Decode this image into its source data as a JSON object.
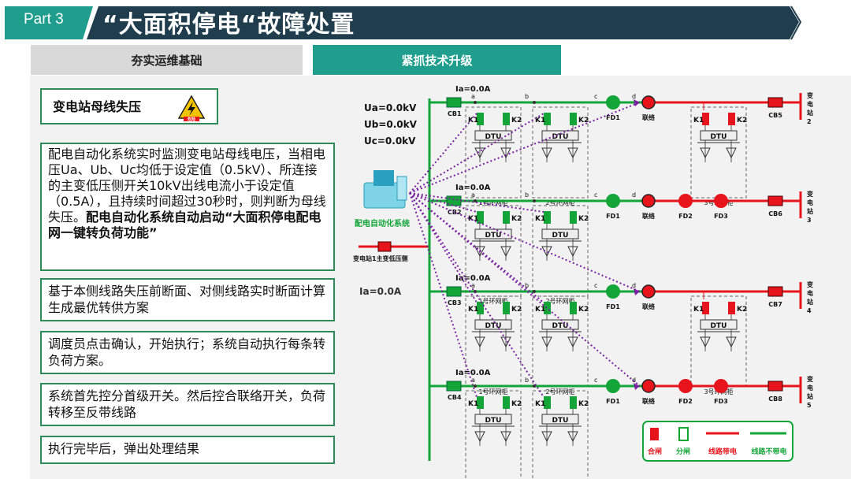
{
  "header": {
    "part": "Part 3",
    "title": "“大面积停电“故障处置"
  },
  "tabs": [
    {
      "label": "夯实运维基础"
    },
    {
      "label": "紧抓技术升级"
    }
  ],
  "heading": {
    "text": "变电站母线失压",
    "warn_text": "危险"
  },
  "boxes": {
    "b1_plain": "配电自动化系统实时监测变电站母线电压，当相电压Ua、Ub、Uc均低于设定值（0.5kV）、所连接的主变低压侧开关10kV出线电流小于设定值（0.5A），且持续时间超过30秒时，则判断为母线失压。",
    "b1_bold": "配电自动化系统自动启动“大面积停电配电网一键转负荷功能”",
    "b2": "基于本侧线路失压前断面、对侧线路实时断面计算生成最优转供方案",
    "b3": "调度员点击确认，开始执行；系统自动执行每条转负荷方案。",
    "b4": "系统首先控分首级开关。然后控合联络开关，负荷转移至反带线路",
    "b5": "执行完毕后，弹出处理结果"
  },
  "diagram": {
    "voltages": {
      "ua": "Ua=0.0kV",
      "ub": "Ub=0.0kV",
      "uc": "Uc=0.0kV"
    },
    "auto_system": "配电自动化系统",
    "substation_side": "变电站1主变低压侧",
    "ia_side": "Ia=0.0A",
    "lines": [
      {
        "ia": "Ia=0.0A",
        "cb": "CB1",
        "fd": [
          "FD1"
        ],
        "tie": "联络",
        "cb_end": "CB5",
        "station": "变电站2",
        "cabinets": [
          "1号环网柜",
          "2号环网柜",
          "3号环网柜"
        ]
      },
      {
        "ia": "Ia=0.0A",
        "cb": "CB2",
        "fd": [
          "FD1",
          "FD2",
          "FD3"
        ],
        "tie": "联络",
        "cb_end": "CB6",
        "station": "变电站3",
        "cabinets": [
          "1号环网柜",
          "2号环网柜"
        ]
      },
      {
        "ia": "Ia=0.0A",
        "cb": "CB3",
        "fd": [
          "FD1"
        ],
        "tie": "联络",
        "cb_end": "CB7",
        "station": "变电站4",
        "cabinets": [
          "1号环网柜",
          "2号环网柜",
          "3号环网柜"
        ]
      },
      {
        "ia": "Ia=0.0A",
        "cb": "CB4",
        "fd": [
          "FD1",
          "FD2",
          "FD3"
        ],
        "tie": "联络",
        "cb_end": "CB8",
        "station": "变电站5",
        "cabinets": [
          "1号环网柜",
          "2号环网柜"
        ]
      }
    ],
    "points": [
      "a",
      "b",
      "c",
      "d"
    ],
    "k1": "K1",
    "k2": "K2",
    "dtu": "DTU",
    "legend": {
      "closed": "合闸",
      "open": "分闸",
      "live": "线路带电",
      "dead": "线路不带电"
    }
  },
  "colors": {
    "header_dark": "#1f3d4d",
    "accent": "#1f9e8e",
    "green": "#13a538",
    "red": "#e8141c",
    "purple": "#7b1fa2"
  }
}
